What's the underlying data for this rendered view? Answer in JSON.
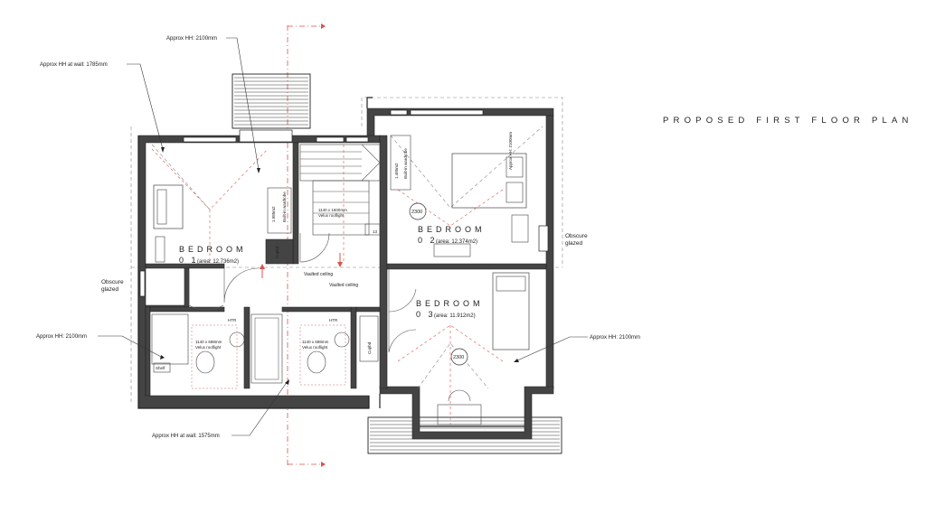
{
  "drawing_title": "PROPOSED FIRST FLOOR PLAN",
  "rooms": {
    "bedroom1": {
      "name": "BEDROOM",
      "number": "0 1",
      "area": "(area: 12.736m2)"
    },
    "bedroom2": {
      "name": "BEDROOM",
      "number": "0 2",
      "area": "(area: 12.374m2)"
    },
    "bedroom3": {
      "name": "BEDROOM",
      "number": "0 3",
      "area": "(area: 11.912m2)"
    }
  },
  "annotations": {
    "hh_2100_top": "Approx HH: 2100mm",
    "hh_wall_1785": "Approx HH at wall: 1785mm",
    "hh_2100_left": "Approx HH: 2100mm",
    "hh_2100_right": "Approx HH: 2100mm",
    "hh_wall_1575": "Approx HH at wall: 1575mm",
    "obscure_right_1": "Obscure",
    "obscure_right_2": "glazed",
    "obscure_left_1": "Obscure",
    "obscure_left_2": "glazed",
    "vaulted_1": "Vaulted ceiling",
    "vaulted_2": "Vaulted ceiling",
    "rooflight_stair_1": "1140 x 1600mm",
    "rooflight_stair_2": "Velux rooflight",
    "rooflight_bath1_1": "1140 x 698mm",
    "rooflight_bath1_2": "Velux rooflight",
    "rooflight_bath2_1": "1140 x 698mm",
    "rooflight_bath2_2": "Velux rooflight",
    "ceiling_2300_a": "2300",
    "ceiling_2300_b": "2300",
    "htr_1": "HTR",
    "htr_2": "HTR",
    "cupboard_1": "Cupbd",
    "cupboard_2": "Cupbd",
    "builtin_wardrobe": "Built-in wardrobe",
    "shelf": "Shelf",
    "step_13": "13"
  }
}
